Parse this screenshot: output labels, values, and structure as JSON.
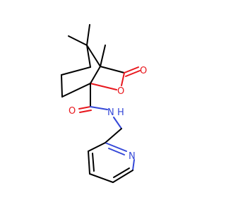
{
  "molecule": {
    "colors": {
      "carbon_bond": "#000000",
      "oxygen": "#e8171d",
      "nitrogen": "#3548d8"
    },
    "atoms": {
      "carbonyl_oxygen_ketone": "O",
      "ring_oxygen": "O",
      "amide_oxygen": "O",
      "amide_nitrogen": "N",
      "amide_hydrogen": "H",
      "pyridine_nitrogen": "N"
    }
  }
}
